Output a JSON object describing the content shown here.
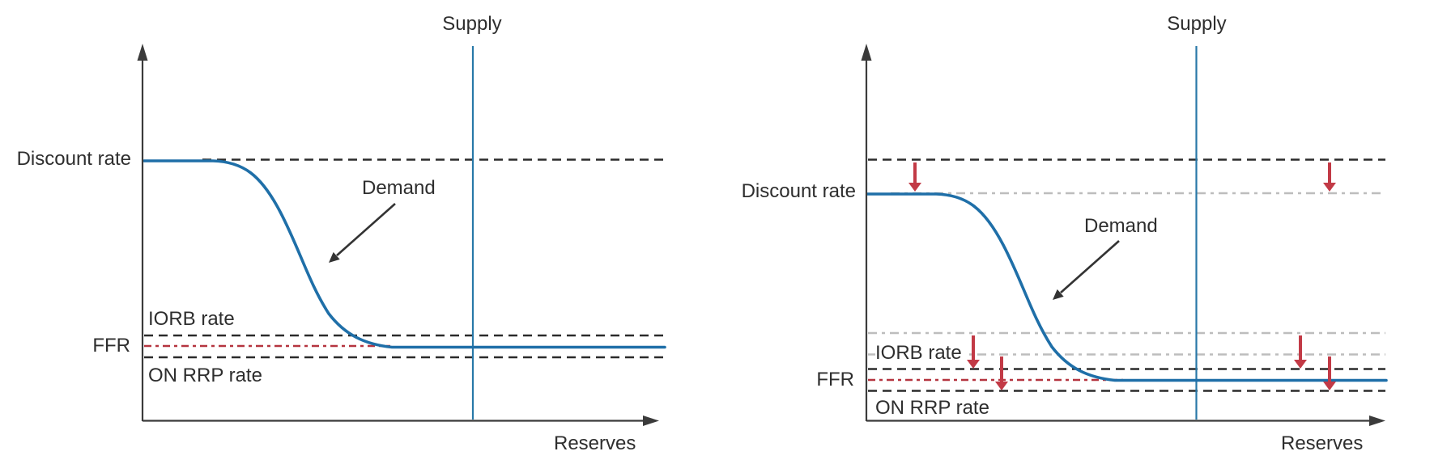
{
  "figure_type": "reserve-market supply and demand diagram, before (left) and after a policy-rate cut (right)",
  "colors": {
    "demand_curve": "#1f6fa8",
    "supply_line": "#2878a8",
    "dashed_rate_black": "#2b2b2b",
    "ffr_dashed_red": "#b5343f",
    "shift_arrow_red": "#c23a46",
    "old_level_gray": "#bdbdbd",
    "axis": "#3b3b3b",
    "text": "#2e2e2e"
  },
  "panels": [
    {
      "name": "before",
      "labels": {
        "supply": "Supply",
        "demand": "Demand",
        "discount_rate": "Discount rate",
        "iorb_rate": "IORB rate",
        "ffr": "FFR",
        "on_rrp_rate": "ON RRP rate",
        "x_axis": "Reserves"
      },
      "lines": [
        {
          "role": "discount-rate-level",
          "style": "black dashed horizontal"
        },
        {
          "role": "iorb-rate-level",
          "style": "black dashed horizontal"
        },
        {
          "role": "ffr-level",
          "style": "red dash-dot horizontal"
        },
        {
          "role": "on-rrp-rate-level",
          "style": "black dashed horizontal"
        },
        {
          "role": "supply",
          "style": "blue vertical solid"
        },
        {
          "role": "demand",
          "style": "blue sigmoid curve from discount rate down to FFR"
        }
      ]
    },
    {
      "name": "after_rate_cut",
      "labels": {
        "supply": "Supply",
        "demand": "Demand",
        "discount_rate": "Discount rate",
        "iorb_rate": "IORB rate",
        "ffr": "FFR",
        "on_rrp_rate": "ON RRP rate",
        "x_axis": "Reserves"
      },
      "lines": [
        {
          "role": "old-discount-rate-level",
          "style": "black dashed horizontal (upper)"
        },
        {
          "role": "new-discount-rate-level",
          "style": "gray dash-dot horizontal at demand plateau"
        },
        {
          "role": "old-iorb-rate-level",
          "style": "gray dash-dot horizontal"
        },
        {
          "role": "old-on-rrp-rate-level",
          "style": "gray dash-dot horizontal"
        },
        {
          "role": "new-iorb-rate-level",
          "style": "black dashed horizontal"
        },
        {
          "role": "new-ffr-level",
          "style": "red dash-dot horizontal"
        },
        {
          "role": "new-on-rrp-rate-level",
          "style": "black dashed horizontal"
        },
        {
          "role": "supply",
          "style": "blue vertical solid"
        },
        {
          "role": "demand",
          "style": "blue sigmoid curve from new discount rate down to new FFR"
        }
      ],
      "shift_arrows": {
        "count": 6,
        "direction": "down",
        "meaning": "each policy rate band shifts downward from old (gray) to new (black/red) level"
      }
    }
  ]
}
